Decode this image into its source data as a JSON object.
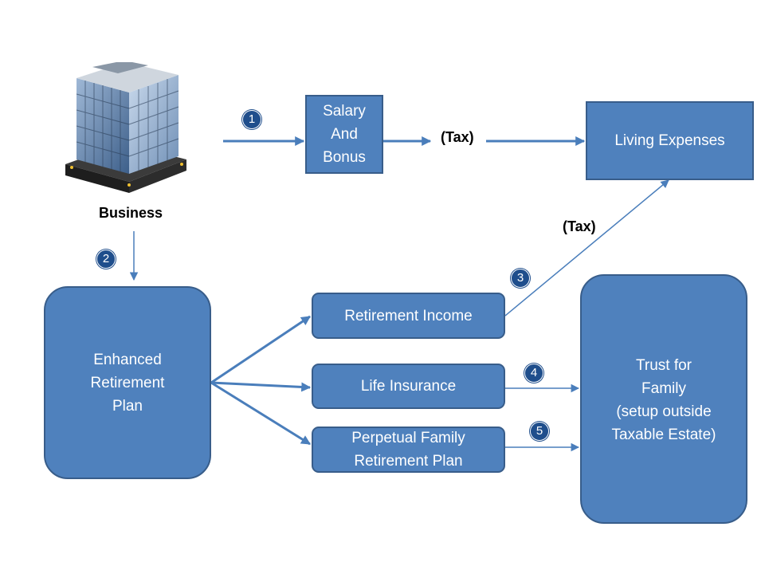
{
  "source": {
    "label": "Business",
    "icon": "office-building-icon"
  },
  "nodes": {
    "salary_bonus": "Salary\nAnd\nBonus",
    "living_expenses": "Living Expenses",
    "enhanced_plan": "Enhanced\nRetirement\nPlan",
    "retirement_income": "Retirement Income",
    "life_insurance": "Life Insurance",
    "perpetual_plan": "Perpetual Family\nRetirement Plan",
    "trust": "Trust for\nFamily\n(setup outside\nTaxable Estate)"
  },
  "edge_labels": {
    "tax_1": "(Tax)",
    "tax_2": "(Tax)"
  },
  "steps": [
    "1",
    "2",
    "3",
    "4",
    "5"
  ],
  "colors": {
    "box_fill": "#4f81bd",
    "box_border": "#385d8a",
    "arrow": "#4a7ebb",
    "badge": "#1f4e8c"
  }
}
